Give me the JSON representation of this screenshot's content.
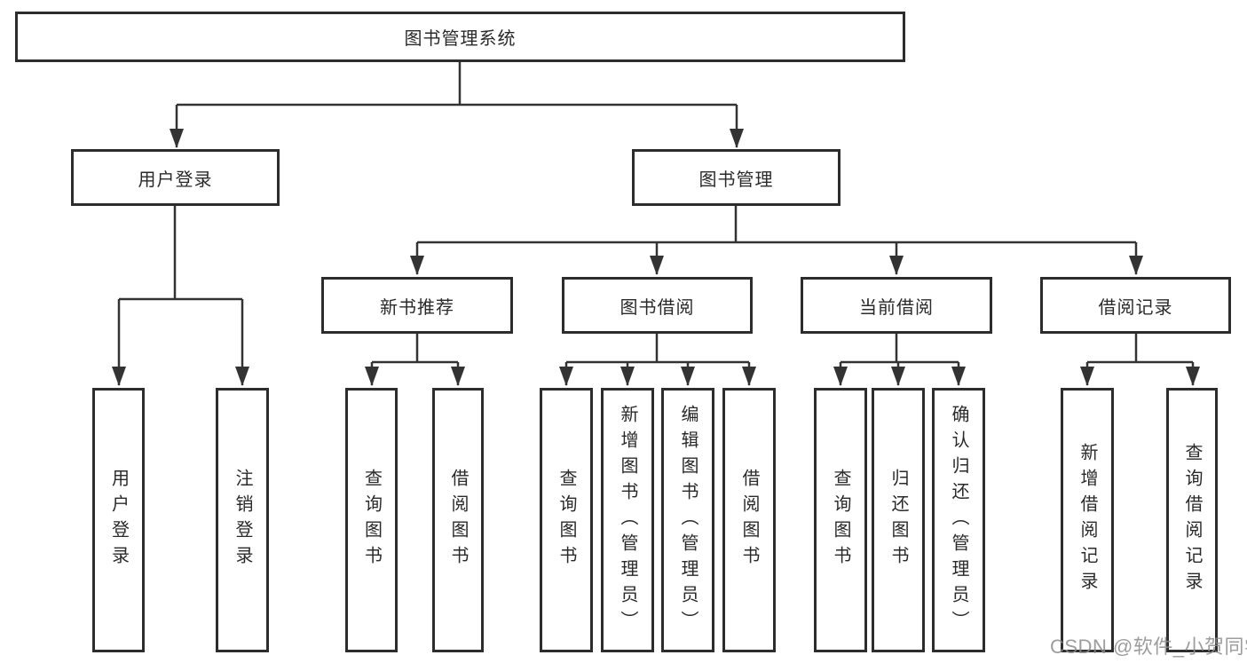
{
  "diagram": {
    "type": "hierarchy-tree",
    "title": "图书管理系统",
    "hierarchy": {
      "图书管理系统": {
        "用户登录": [
          "用户登录",
          "注销登录"
        ],
        "图书管理": {
          "新书推荐": [
            "查询图书",
            "借阅图书"
          ],
          "图书借阅": [
            "查询图书",
            "新增图书（管理员）",
            "编辑图书（管理员）",
            "借阅图书"
          ],
          "当前借阅": [
            "查询图书",
            "归还图书",
            "确认归还（管理员）"
          ],
          "借阅记录": [
            "新增借阅记录",
            "查询借阅记录"
          ]
        }
      }
    }
  },
  "nodes": {
    "root": "图书管理系统",
    "user_login": "用户登录",
    "book_management": "图书管理",
    "new_book_recommend": "新书推荐",
    "book_borrowing": "图书借阅",
    "current_borrowing": "当前借阅",
    "borrowing_records": "借阅记录",
    "ul_user_login": "用户登录",
    "ul_logout": "注销登录",
    "nbr_query_books": "查询图书",
    "nbr_borrow_books": "借阅图书",
    "bb_query_books": "查询图书",
    "bb_add_books_admin": "新增图书（管理员）",
    "bb_edit_books_admin": "编辑图书（管理员）",
    "bb_borrow_books": "借阅图书",
    "cb_query_books": "查询图书",
    "cb_return_books": "归还图书",
    "cb_confirm_return_admin": "确认归还（管理员）",
    "br_add_record": "新增借阅记录",
    "br_query_record": "查询借阅记录"
  },
  "colors": {
    "line": "#333333",
    "box_border": "#2d2d2d",
    "text": "#2a2a2a",
    "watermark": "#8c8c8c"
  },
  "watermark": "CSDN @软件_小贺同学"
}
